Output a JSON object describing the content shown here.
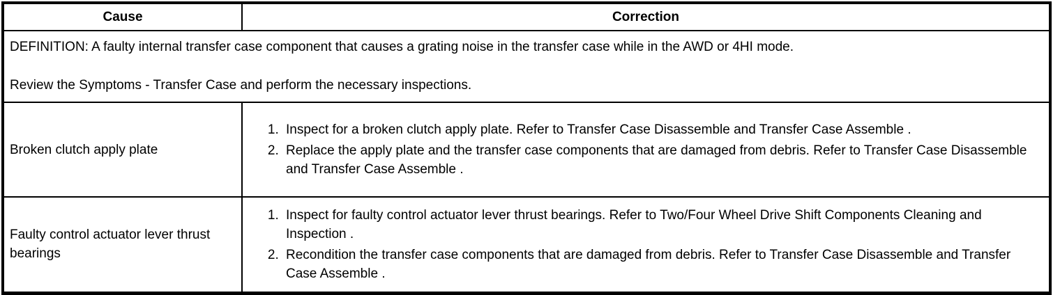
{
  "colors": {
    "border": "#000000",
    "text": "#000000",
    "background": "#ffffff"
  },
  "header": {
    "cause": "Cause",
    "correction": "Correction"
  },
  "definition_row": {
    "definition": "DEFINITION: A faulty internal transfer case component that causes a grating noise in the transfer case while in the AWD or 4HI mode.",
    "review": "Review the Symptoms - Transfer Case and perform the necessary inspections."
  },
  "rows": [
    {
      "cause": "Broken clutch apply plate",
      "corrections": [
        "Inspect for a broken clutch apply plate. Refer to Transfer Case Disassemble and Transfer Case Assemble .",
        "Replace the apply plate and the transfer case components that are damaged from debris. Refer to Transfer Case Disassemble and Transfer Case Assemble ."
      ]
    },
    {
      "cause": "Faulty control actuator lever thrust bearings",
      "corrections": [
        "Inspect for faulty control actuator lever thrust bearings. Refer to Two/Four Wheel Drive Shift Components Cleaning and Inspection .",
        "Recondition the transfer case components that are damaged from debris. Refer to Transfer Case Disassemble and Transfer Case Assemble ."
      ]
    }
  ]
}
